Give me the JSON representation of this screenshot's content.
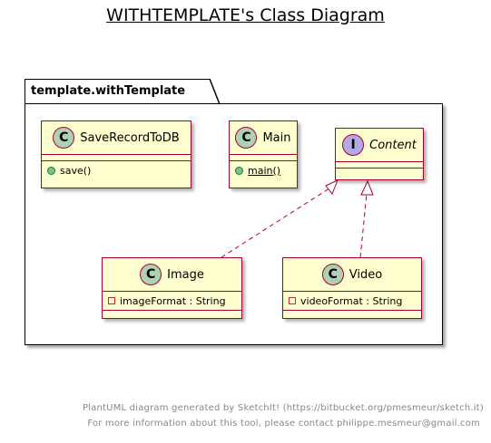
{
  "title": "WITHTEMPLATE's Class Diagram",
  "package": {
    "name": "template.withTemplate"
  },
  "classes": {
    "saverecord": {
      "stereotype": "C",
      "name": "SaveRecordToDB",
      "member": "save()"
    },
    "main": {
      "stereotype": "C",
      "name": "Main",
      "member": "main()"
    },
    "content": {
      "stereotype": "I",
      "name": "Content"
    },
    "image": {
      "stereotype": "C",
      "name": "Image",
      "member": "imageFormat : String"
    },
    "video": {
      "stereotype": "C",
      "name": "Video",
      "member": "videoFormat : String"
    }
  },
  "relations": [
    {
      "from": "Image",
      "to": "Content",
      "type": "realization"
    },
    {
      "from": "Video",
      "to": "Content",
      "type": "realization"
    }
  ],
  "footer": {
    "line1": "PlantUML diagram generated by SketchIt! (https://bitbucket.org/pmesmeur/sketch.it)",
    "line2": "For more information about this tool, please contact philippe.mesmeur@gmail.com"
  },
  "colors": {
    "class_fill": "#FEFECE",
    "class_border": "#A80036",
    "class_badge": "#ADD1B2",
    "interface_badge": "#B4A7E5"
  }
}
